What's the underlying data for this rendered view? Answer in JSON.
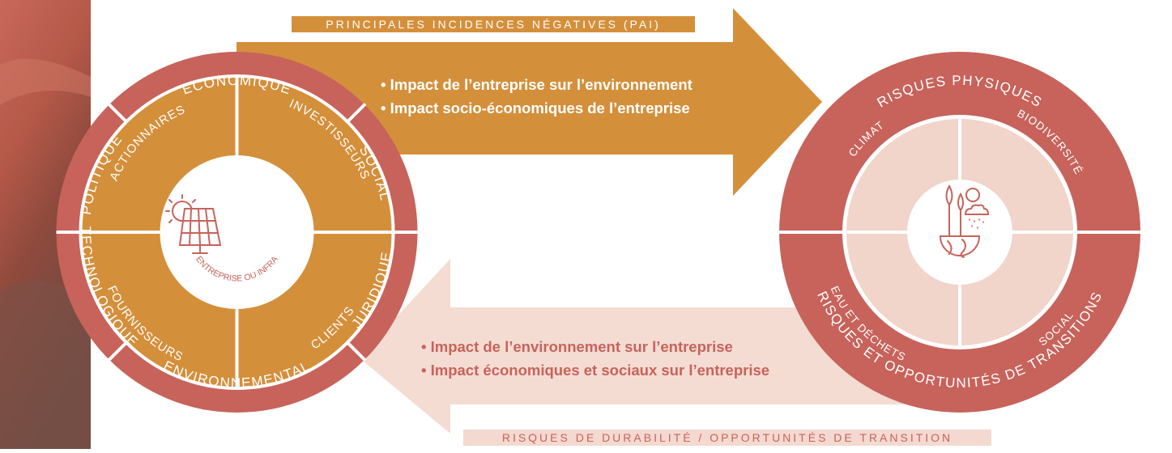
{
  "banners": {
    "top": "PRINCIPALES INCIDENCES NÉGATIVES (PAI)",
    "bottom": "RISQUES DE DURABILITÉ / OPPORTUNITÉS DE TRANSITION"
  },
  "arrows": {
    "top_bullets": [
      "• Impact de l’entreprise sur l’environnement",
      "• Impact socio-économiques de l’entreprise"
    ],
    "bottom_bullets": [
      "• Impact de l’environnement sur l’entreprise",
      "• Impact économiques et sociaux sur l’entreprise"
    ]
  },
  "left_wheel": {
    "center_label": "ENTREPRISE OU INFRA",
    "center_icon": "solar-panel-icon",
    "inner": [
      "ACTIONNAIRES",
      "INVESTISSEURS",
      "FOURNISSEURS",
      "CLIENTS"
    ],
    "outer": [
      "ECONOMIQUE",
      "SOCIAL",
      "JURIDIQUE",
      "ENVIRONNEMENTAL",
      "TECHNOLOGIQUE",
      "POLITIQUE"
    ]
  },
  "right_wheel": {
    "center_icon": "earth-nature-icon",
    "inner": [
      "CLIMAT",
      "BIODIVERSITÉ",
      "EAU ET DÉCHETS",
      "SOCIAL"
    ],
    "outer_top": "RISQUES PHYSIQUES",
    "outer_bottom": "RISQUES ET OPPORTUNITÉS DE TRANSITIONS"
  },
  "colors": {
    "orange": "#d48f3b",
    "rose": "#c7635b",
    "light_rose": "#f1d5ca",
    "pale_arrow": "#f4dcd3"
  }
}
